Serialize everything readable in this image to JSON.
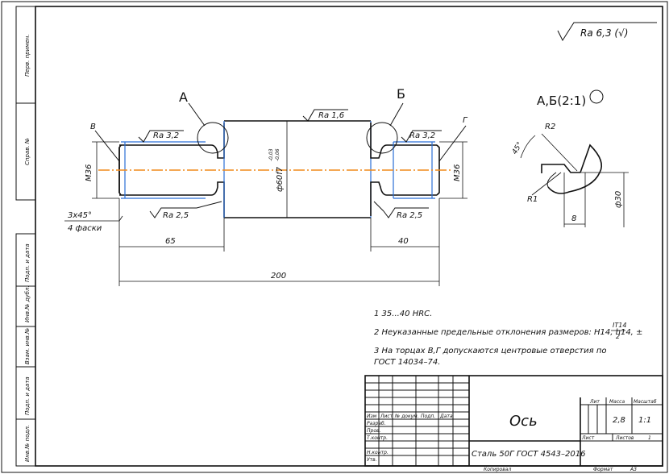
{
  "roughness_general": "Ra 6,3 (√)",
  "view_labels": {
    "a": "А",
    "b": "Б"
  },
  "detail_title": "А,Б(2:1)",
  "roughness": {
    "left_thread": "Ra 3,2",
    "right_thread": "Ra 3,2",
    "middle": "Ra 1,6",
    "left_groove": "Ra 2,5",
    "right_groove": "Ra 2,5"
  },
  "edge_labels": {
    "v": "В",
    "g": "Г"
  },
  "dimensions": {
    "thread_left": "M36",
    "thread_right": "M36",
    "middle_dia": "ф60f7",
    "middle_tol_upper": "-0,03",
    "middle_tol_lower": "-0,06",
    "chamfer": "3х45°",
    "chamfer_count": "4 фаски",
    "len_left": "65",
    "len_right": "40",
    "len_total": "200"
  },
  "detail_dims": {
    "r2": "R2",
    "r1": "R1",
    "angle": "45°",
    "width": "8",
    "dia": "ф30"
  },
  "notes": [
    "1 35...40 HRC.",
    "2  Неуказанные предельные отклонения размеров: H14, h14, ±",
    "3  На торцах В,Г допускаются центровые отверстия по",
    "ГОСТ 14034–74."
  ],
  "tolerance_fraction": {
    "num": "IT14",
    "den": "2"
  },
  "title_block": {
    "name": "Ось",
    "material": "Сталь 50Г ГОСТ 4543–2016",
    "headers": {
      "izm": "Изм",
      "list": "Лист",
      "doc": "№ докум.",
      "sign": "Подп.",
      "date": "Дата"
    },
    "roles": [
      "Разраб.",
      "Пров.",
      "Т.контр.",
      "Н.контр.",
      "Утв."
    ],
    "lit": "Лит",
    "mass": "Масса",
    "scale": "Масштаб",
    "mass_value": "2,8",
    "scale_value": "1:1",
    "sheet": "Лист",
    "sheets": "Листов",
    "sheets_value": "1",
    "copied": "Копировал",
    "format": "Формат",
    "format_value": "А3"
  },
  "side_stamps": [
    "Перв. примен.",
    "Справ. №",
    "Подп. и дата",
    "Инв.№ дубл.",
    "Взам. инв.№",
    "Подп. и дата",
    "Инв.№ подл."
  ]
}
